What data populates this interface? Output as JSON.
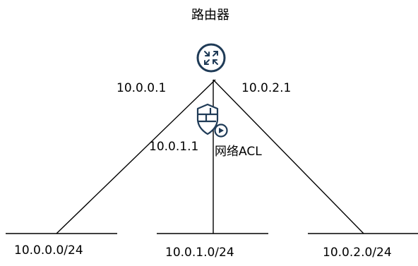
{
  "router": {
    "title": "路由器",
    "icon": "router-icon"
  },
  "acl": {
    "label": "网络ACL",
    "icon": "firewall-shield-icon"
  },
  "interfaces": {
    "left_ip": "10.0.0.1",
    "right_ip": "10.0.2.1",
    "middle_ip": "10.0.1.1"
  },
  "subnets": [
    {
      "label": "10.0.0.0/24"
    },
    {
      "label": "10.0.1.0/24"
    },
    {
      "label": "10.0.2.0/24"
    }
  ],
  "colors": {
    "line": "#000000",
    "icon_stroke": "#1f3b57",
    "background": "#ffffff"
  }
}
